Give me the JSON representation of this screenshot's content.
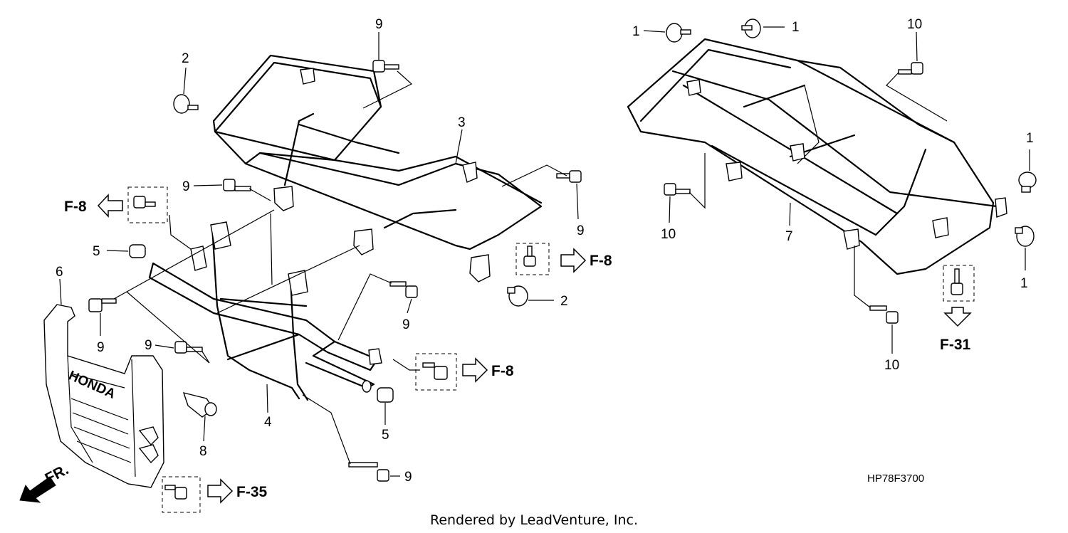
{
  "callouts": {
    "c1_a": "1",
    "c1_b": "1",
    "c1_c": "1",
    "c1_d": "1",
    "c2_a": "2",
    "c2_b": "2",
    "c3": "3",
    "c4": "4",
    "c5_a": "5",
    "c5_b": "5",
    "c6": "6",
    "c7": "7",
    "c8": "8",
    "c9_a": "9",
    "c9_b": "9",
    "c9_c": "9",
    "c9_d": "9",
    "c9_e": "9",
    "c9_f": "9",
    "c9_g": "9",
    "c10_a": "10",
    "c10_b": "10",
    "c10_c": "10"
  },
  "references": {
    "f8_left": "F-8",
    "f8_mid": "F-8",
    "f8_low": "F-8",
    "f31": "F-31",
    "f35": "F-35"
  },
  "front_label": "FR.",
  "grille_logo": "HONDA",
  "diagram_code": "HP78F3700",
  "credit": "Rendered by LeadVenture, Inc."
}
